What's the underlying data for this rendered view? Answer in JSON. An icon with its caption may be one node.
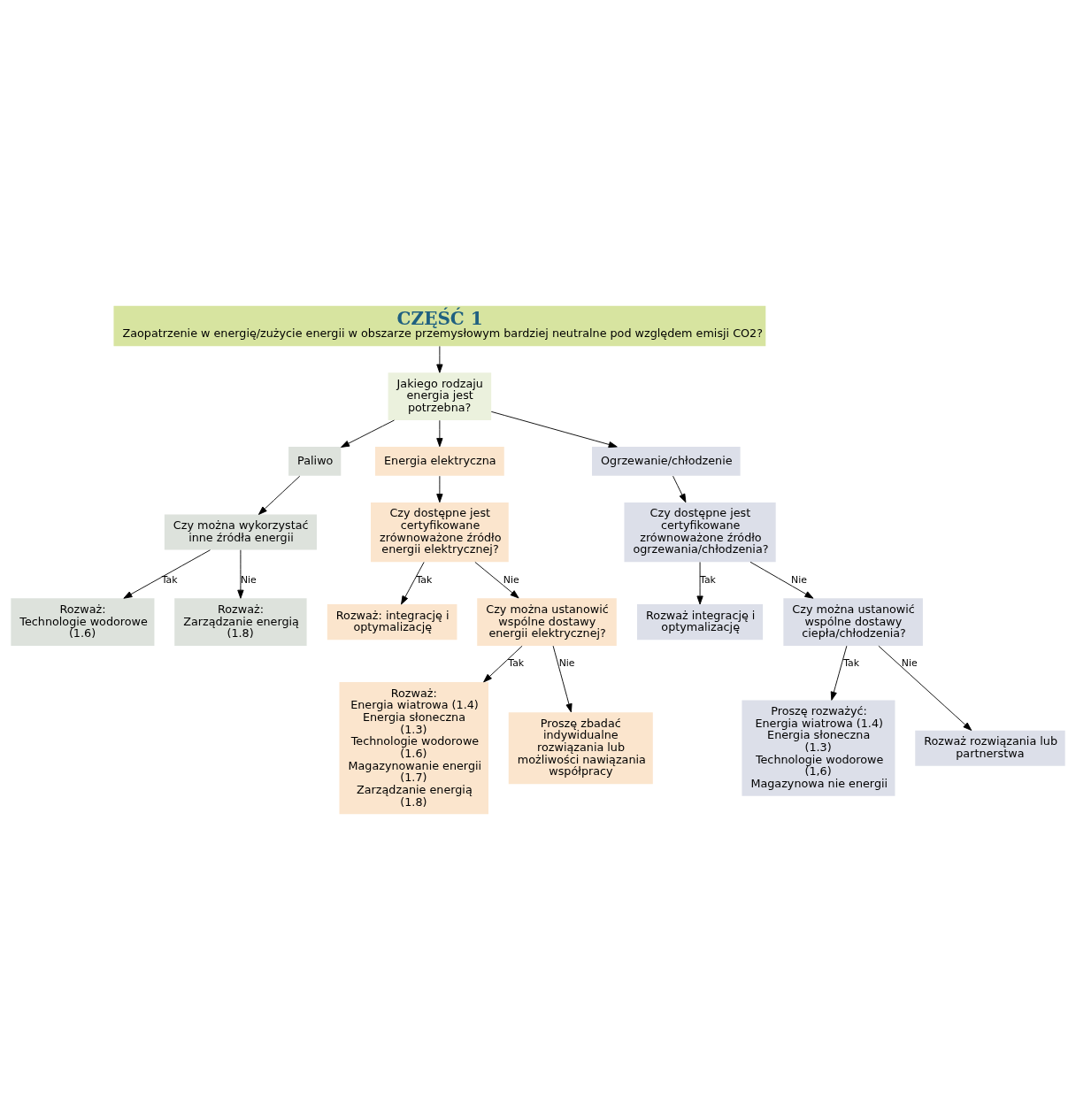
{
  "diagram": {
    "nodes": [
      {
        "text": [
          "CZĘŚĆ 1",
          "Zaopatrzenie w energię/zużycie energii w obszarze przemysłowym bardziej neutralne pod względem emisji CO2?"
        ]
      },
      {
        "text": [
          "Jakiego rodzaju energia jest potrzebna?"
        ]
      },
      {
        "text": [
          "Paliwo"
        ]
      },
      {
        "text": [
          "Energia elektryczna"
        ]
      },
      {
        "text": [
          "Ogrzewanie/chłodzenie"
        ]
      },
      {
        "text": [
          "Czy można wykorzystać inne źródła energii"
        ]
      },
      {
        "text": [
          "Rozważ:",
          "Technologie wodorowe (1.6)"
        ]
      },
      {
        "text": [
          "Rozważ:",
          "Zarządzanie energią (1.8)"
        ]
      },
      {
        "text": [
          "Czy dostępne jest certyfikowane zrównoważone źródło energii elektrycznej?"
        ]
      },
      {
        "text": [
          "Rozważ: integrację i optymalizację"
        ]
      },
      {
        "text": [
          "Czy można ustanowić wspólne dostawy energii elektrycznej?"
        ]
      },
      {
        "text": [
          "Rozważ:",
          "Energia wiatrowa (1.4)",
          "Energia słoneczna (1.3)",
          "Technologie wodorowe (1.6)",
          "Magazynowanie energii (1.7)",
          "Zarządzanie energią (1.8)"
        ]
      },
      {
        "text": [
          "Proszę zbadać indywidualne rozwiązania lub możliwości nawiązania współpracy"
        ]
      },
      {
        "text": [
          "Czy dostępne jest certyfikowane zrównoważone źródło ogrzewania/chłodzenia?"
        ]
      },
      {
        "text": [
          "Rozważ integrację i optymalizację"
        ]
      },
      {
        "text": [
          "Czy można ustanowić wspólne dostawy ciepła/chłodzenia?"
        ]
      },
      {
        "text": [
          "Proszę rozważyć:",
          "Energia wiatrowa (1.4)",
          "Energia słoneczna (1.3)",
          "Technologie wodorowe (1,6)",
          "Magazynowa nie energii"
        ]
      },
      {
        "text": [
          "Rozważ rozwiązania lub partnerstwa"
        ]
      }
    ],
    "edges": [
      {
        "from": 0,
        "to": 1,
        "arrow": "to"
      },
      {
        "from": 1,
        "to": 2,
        "arrow": "to"
      },
      {
        "from": 1,
        "to": 3,
        "arrow": "to"
      },
      {
        "from": 1,
        "to": 4,
        "arrow": "to"
      },
      {
        "from": 2,
        "to": 5,
        "arrow": "to"
      },
      {
        "from": 3,
        "to": 8,
        "arrow": "to"
      },
      {
        "from": 4,
        "to": 13,
        "arrow": "to"
      },
      {
        "from": 5,
        "to": 6,
        "arrow": "to",
        "label": "Tak"
      },
      {
        "from": 5,
        "to": 7,
        "arrow": "to",
        "label": "Nie"
      },
      {
        "from": 8,
        "to": 9,
        "arrow": "to",
        "label": "Tak"
      },
      {
        "from": 8,
        "to": 10,
        "arrow": "to",
        "label": "Nie"
      },
      {
        "from": 10,
        "to": 11,
        "arrow": "to",
        "label": "Tak"
      },
      {
        "from": 10,
        "to": 12,
        "arrow": "to",
        "label": "Nie"
      },
      {
        "from": 13,
        "to": 14,
        "arrow": "to",
        "label": "Tak"
      },
      {
        "from": 13,
        "to": 15,
        "arrow": "to",
        "label": "Nie"
      },
      {
        "from": 15,
        "to": 16,
        "arrow": "to",
        "label": "Tak"
      },
      {
        "from": 15,
        "to": 17,
        "arrow": "to",
        "label": "Nie"
      }
    ]
  }
}
